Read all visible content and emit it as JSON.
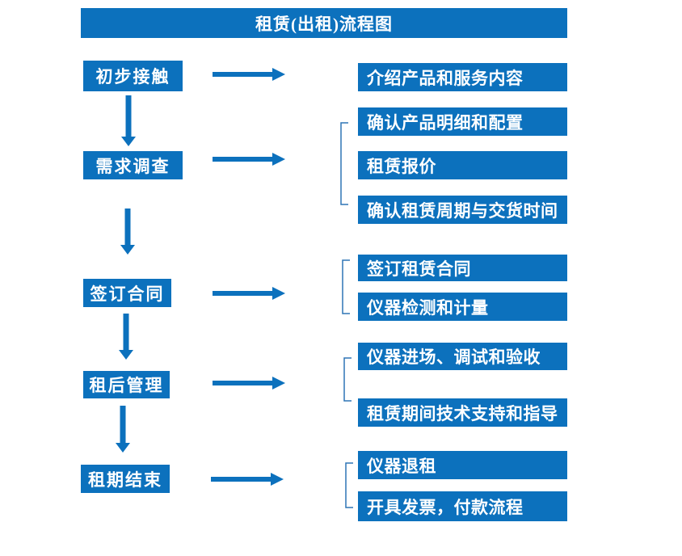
{
  "title": "租赁(出租)流程图",
  "colors": {
    "box-blue": "#0C71BD",
    "connector-blue": "#0C71BD",
    "bracket-blue": "#2E75B6",
    "box-text": "#FFFFFF",
    "background": "#FFFFFF"
  },
  "steps": [
    {
      "label": "初步接触",
      "details": [
        "介绍产品和服务内容"
      ]
    },
    {
      "label": "需求调查",
      "details": [
        "确认产品明细和配置",
        "租赁报价",
        "确认租赁周期与交货时间"
      ]
    },
    {
      "label": "签订合同",
      "details": [
        "签订租赁合同",
        "仪器检测和计量"
      ]
    },
    {
      "label": "租后管理",
      "details": [
        "仪器进场、调试和验收",
        "租赁期间技术支持和指导"
      ]
    },
    {
      "label": "租期结束",
      "details": [
        "仪器退租",
        "开具发票，付款流程"
      ]
    }
  ]
}
